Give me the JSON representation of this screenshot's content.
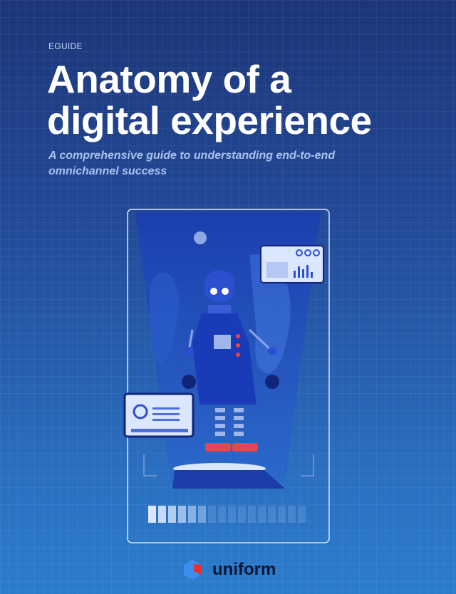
{
  "cover": {
    "eyebrow": "EGUIDE",
    "title_line1": "Anatomy of a",
    "title_line2": "digital experience",
    "subtitle": "A comprehensive guide to understanding end-to-end omnichannel success"
  },
  "brand": {
    "name": "uniform",
    "colors": {
      "blue": "#3a8ef0",
      "red": "#e8302f"
    }
  },
  "illustration": {
    "progress_filled_segments": 6,
    "progress_total_segments": 16
  }
}
